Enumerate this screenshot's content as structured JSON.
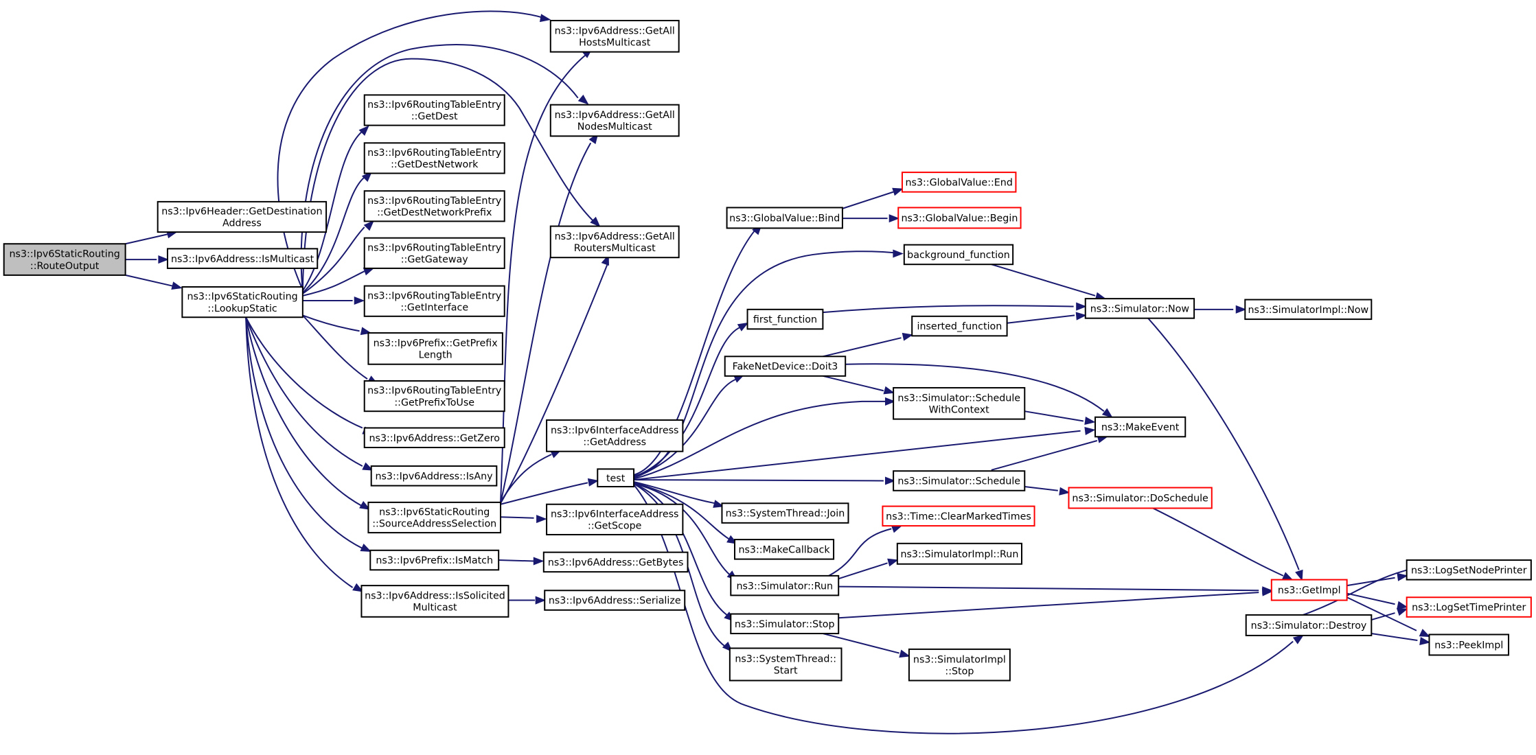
{
  "colors": {
    "edge": "#191970",
    "node_border": "#000000",
    "truncated_border": "#ff0000",
    "root_fill": "#bfbfbf",
    "node_fill": "#ffffff"
  },
  "nodes": [
    {
      "id": "route_output",
      "lines": [
        "ns3::Ipv6StaticRouting",
        "::RouteOutput"
      ],
      "style": "root"
    },
    {
      "id": "get_dest_address",
      "lines": [
        "ns3::Ipv6Header::GetDestination",
        "Address"
      ],
      "style": "normal"
    },
    {
      "id": "is_multicast",
      "lines": [
        "ns3::Ipv6Address::IsMulticast"
      ],
      "style": "normal"
    },
    {
      "id": "lookup_static",
      "lines": [
        "ns3::Ipv6StaticRouting",
        "::LookupStatic"
      ],
      "style": "normal"
    },
    {
      "id": "hosts_multicast",
      "lines": [
        "ns3::Ipv6Address::GetAll",
        "HostsMulticast"
      ],
      "style": "normal"
    },
    {
      "id": "nodes_multicast",
      "lines": [
        "ns3::Ipv6Address::GetAll",
        "NodesMulticast"
      ],
      "style": "normal"
    },
    {
      "id": "routers_multicast",
      "lines": [
        "ns3::Ipv6Address::GetAll",
        "RoutersMulticast"
      ],
      "style": "normal"
    },
    {
      "id": "get_dest",
      "lines": [
        "ns3::Ipv6RoutingTableEntry",
        "::GetDest"
      ],
      "style": "normal"
    },
    {
      "id": "get_dest_network",
      "lines": [
        "ns3::Ipv6RoutingTableEntry",
        "::GetDestNetwork"
      ],
      "style": "normal"
    },
    {
      "id": "get_dest_network_prefix",
      "lines": [
        "ns3::Ipv6RoutingTableEntry",
        "::GetDestNetworkPrefix"
      ],
      "style": "normal"
    },
    {
      "id": "get_gateway",
      "lines": [
        "ns3::Ipv6RoutingTableEntry",
        "::GetGateway"
      ],
      "style": "normal"
    },
    {
      "id": "get_interface",
      "lines": [
        "ns3::Ipv6RoutingTableEntry",
        "::GetInterface"
      ],
      "style": "normal"
    },
    {
      "id": "get_prefix_length",
      "lines": [
        "ns3::Ipv6Prefix::GetPrefix",
        "Length"
      ],
      "style": "normal"
    },
    {
      "id": "get_prefix_to_use",
      "lines": [
        "ns3::Ipv6RoutingTableEntry",
        "::GetPrefixToUse"
      ],
      "style": "normal"
    },
    {
      "id": "get_zero",
      "lines": [
        "ns3::Ipv6Address::GetZero"
      ],
      "style": "normal"
    },
    {
      "id": "is_any",
      "lines": [
        "ns3::Ipv6Address::IsAny"
      ],
      "style": "normal"
    },
    {
      "id": "source_address_selection",
      "lines": [
        "ns3::Ipv6StaticRouting",
        "::SourceAddressSelection"
      ],
      "style": "normal"
    },
    {
      "id": "is_match",
      "lines": [
        "ns3::Ipv6Prefix::IsMatch"
      ],
      "style": "normal"
    },
    {
      "id": "is_solicited_multicast",
      "lines": [
        "ns3::Ipv6Address::IsSolicited",
        "Multicast"
      ],
      "style": "normal"
    },
    {
      "id": "iface_get_address",
      "lines": [
        "ns3::Ipv6InterfaceAddress",
        "::GetAddress"
      ],
      "style": "normal"
    },
    {
      "id": "iface_get_scope",
      "lines": [
        "ns3::Ipv6InterfaceAddress",
        "::GetScope"
      ],
      "style": "normal"
    },
    {
      "id": "get_bytes",
      "lines": [
        "ns3::Ipv6Address::GetBytes"
      ],
      "style": "normal"
    },
    {
      "id": "serialize",
      "lines": [
        "ns3::Ipv6Address::Serialize"
      ],
      "style": "normal"
    },
    {
      "id": "test",
      "lines": [
        "test"
      ],
      "style": "normal"
    },
    {
      "id": "gv_bind",
      "lines": [
        "ns3::GlobalValue::Bind"
      ],
      "style": "normal"
    },
    {
      "id": "gv_end",
      "lines": [
        "ns3::GlobalValue::End"
      ],
      "style": "truncated"
    },
    {
      "id": "gv_begin",
      "lines": [
        "ns3::GlobalValue::Begin"
      ],
      "style": "truncated"
    },
    {
      "id": "background_function",
      "lines": [
        "background_function"
      ],
      "style": "normal"
    },
    {
      "id": "first_function",
      "lines": [
        "first_function"
      ],
      "style": "normal"
    },
    {
      "id": "inserted_function",
      "lines": [
        "inserted_function"
      ],
      "style": "normal"
    },
    {
      "id": "doit3",
      "lines": [
        "FakeNetDevice::Doit3"
      ],
      "style": "normal"
    },
    {
      "id": "schedule_with_context",
      "lines": [
        "ns3::Simulator::Schedule",
        "WithContext"
      ],
      "style": "normal"
    },
    {
      "id": "sim_now",
      "lines": [
        "ns3::Simulator::Now"
      ],
      "style": "normal"
    },
    {
      "id": "simimpl_now",
      "lines": [
        "ns3::SimulatorImpl::Now"
      ],
      "style": "normal"
    },
    {
      "id": "make_event",
      "lines": [
        "ns3::MakeEvent"
      ],
      "style": "normal"
    },
    {
      "id": "sim_schedule",
      "lines": [
        "ns3::Simulator::Schedule"
      ],
      "style": "normal"
    },
    {
      "id": "do_schedule",
      "lines": [
        "ns3::Simulator::DoSchedule"
      ],
      "style": "truncated"
    },
    {
      "id": "thread_join",
      "lines": [
        "ns3::SystemThread::Join"
      ],
      "style": "normal"
    },
    {
      "id": "clear_marked_times",
      "lines": [
        "ns3::Time::ClearMarkedTimes"
      ],
      "style": "truncated"
    },
    {
      "id": "make_callback",
      "lines": [
        "ns3::MakeCallback"
      ],
      "style": "normal"
    },
    {
      "id": "simimpl_run",
      "lines": [
        "ns3::SimulatorImpl::Run"
      ],
      "style": "normal"
    },
    {
      "id": "sim_run",
      "lines": [
        "ns3::Simulator::Run"
      ],
      "style": "normal"
    },
    {
      "id": "get_impl",
      "lines": [
        "ns3::GetImpl"
      ],
      "style": "truncated"
    },
    {
      "id": "log_set_node_printer",
      "lines": [
        "ns3::LogSetNodePrinter"
      ],
      "style": "normal"
    },
    {
      "id": "log_set_time_printer",
      "lines": [
        "ns3::LogSetTimePrinter"
      ],
      "style": "truncated"
    },
    {
      "id": "sim_stop",
      "lines": [
        "ns3::Simulator::Stop"
      ],
      "style": "normal"
    },
    {
      "id": "sim_destroy",
      "lines": [
        "ns3::Simulator::Destroy"
      ],
      "style": "normal"
    },
    {
      "id": "peek_impl",
      "lines": [
        "ns3::PeekImpl"
      ],
      "style": "normal"
    },
    {
      "id": "thread_start",
      "lines": [
        "ns3::SystemThread::",
        "Start"
      ],
      "style": "normal"
    },
    {
      "id": "simimpl_stop",
      "lines": [
        "ns3::SimulatorImpl",
        "::Stop"
      ],
      "style": "normal"
    }
  ]
}
